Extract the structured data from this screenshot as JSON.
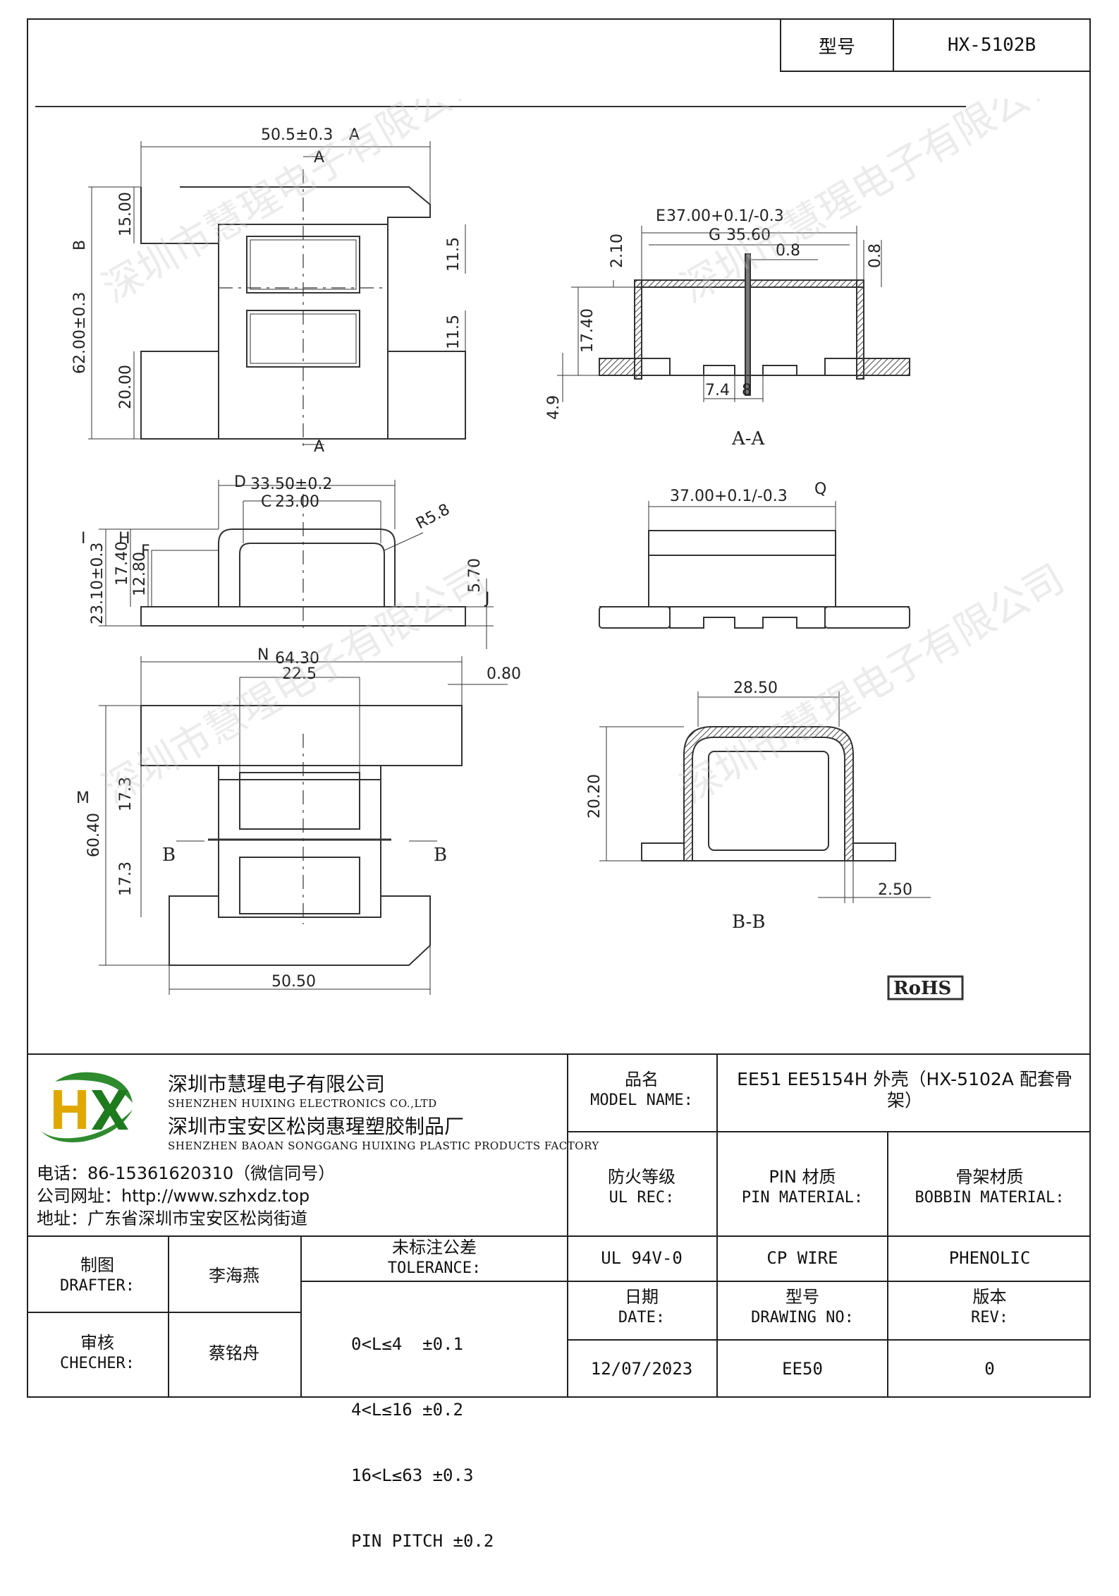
{
  "header": {
    "model_label": "型号",
    "model_value": "HX-5102B"
  },
  "drawing": {
    "top_view": {
      "w": "50.5±0.3",
      "w_tag": "A",
      "h": "62.00±0.3",
      "h_tag": "B",
      "d1": "15.00",
      "d2": "11.5",
      "d3": "11.5",
      "d4": "20.00",
      "sec_top": "A",
      "sec_bottom": "A"
    },
    "section_aa": {
      "d1": "37.00+0.1/-0.3",
      "d1_tag": "E",
      "d2": "35.60",
      "d2_tag": "G",
      "d3": "0.8",
      "d4": "0.8",
      "d5": "2.10",
      "d6": "17.40",
      "d7": "4.9",
      "d8": "7.4",
      "d9": "8",
      "label": "A-A"
    },
    "front_view": {
      "d1": "33.50±0.2",
      "d1_tag": "D",
      "d2": "23.00",
      "d2_tag": "C",
      "r": "R5.8",
      "h1": "23.10±0.3",
      "h1_tag": "I",
      "h2": "17.40",
      "h2_tag": "H",
      "h3": "12.80",
      "h3_tag": "F",
      "h4": "5.70",
      "h4_tag": "J"
    },
    "side_view": {
      "d1": "37.00+0.1/-0.3",
      "d1_tag": "Q"
    },
    "bottom_view": {
      "d1": "64.30",
      "d1_tag": "N",
      "d2": "22.5",
      "d3": "0.80",
      "h": "60.40",
      "h_tag": "M",
      "h1": "17.3",
      "h2": "17.3",
      "w": "50.50",
      "sec_left": "B",
      "sec_right": "B"
    },
    "section_bb": {
      "d1": "28.50",
      "d2": "20.20",
      "d3": "2.50",
      "label": "B-B"
    },
    "rohs": "RoHS",
    "watermark": "深圳市慧瑆电子有限公司"
  },
  "title_block": {
    "company_cn": "深圳市慧瑆电子有限公司",
    "company_en": "SHENZHEN HUIXING ELECTRONICS CO.,LTD",
    "factory_cn": "深圳市宝安区松岗惠瑆塑胶制品厂",
    "factory_en": "SHENZHEN BAOAN SONGGANG HUIXING PLASTIC PRODUCTS FACTORY",
    "phone": "电话：86-15361620310（微信同号）",
    "website": "公司网址：http://www.szhxdz.top",
    "address": "地址：广东省深圳市宝安区松岗街道",
    "logo_text": "HX",
    "model_name_cn": "品名",
    "model_name_en": "MODEL NAME:",
    "model_name_value": "EE51 EE5154H 外壳（HX-5102A 配套骨架）",
    "ul_cn": "防火等级",
    "ul_en": "UL REC:",
    "pin_cn": "PIN 材质",
    "pin_en": "PIN MATERIAL:",
    "bobbin_cn": "骨架材质",
    "bobbin_en": "BOBBIN MATERIAL:",
    "ul_value": "UL 94V-0",
    "pin_value": "CP WIRE",
    "bobbin_value": "PHENOLIC",
    "drafter_cn": "制图",
    "drafter_en": "DRAFTER:",
    "drafter_name": "李海燕",
    "checker_cn": "审核",
    "checker_en": "CHECHER:",
    "checker_name": "蔡铭舟",
    "tolerance_cn": "未标注公差",
    "tolerance_en": "TOLERANCE:",
    "tolerances": [
      "0<L≤4  ±0.1",
      "4<L≤16 ±0.2",
      "16<L≤63 ±0.3",
      "PIN PITCH ±0.2"
    ],
    "date_cn": "日期",
    "date_en": "DATE:",
    "date_value": "12/07/2023",
    "drawing_cn": "型号",
    "drawing_en": "DRAWING NO:",
    "drawing_value": "EE50",
    "rev_cn": "版本",
    "rev_en": "REV:",
    "rev_value": "0"
  }
}
